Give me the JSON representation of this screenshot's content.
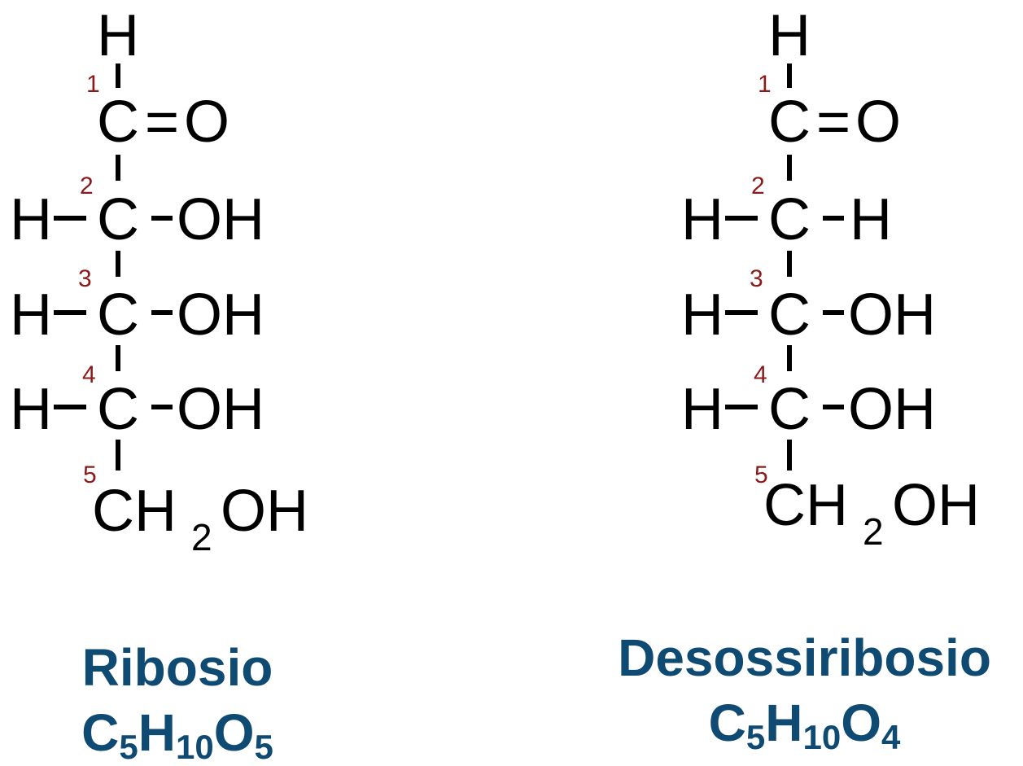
{
  "molecules": [
    {
      "name": "Ribosio",
      "formula": {
        "c": "C",
        "c_n": "5",
        "h": "H",
        "h_n": "10",
        "o": "O",
        "o_n": "5"
      },
      "top_h": "H",
      "c1": {
        "number": "1",
        "carbon": "C",
        "bond": "=",
        "right": "O"
      },
      "c2": {
        "number": "2",
        "left": "H",
        "carbon": "C",
        "right": "OH"
      },
      "c3": {
        "number": "3",
        "left": "H",
        "carbon": "C",
        "right": "OH"
      },
      "c4": {
        "number": "4",
        "left": "H",
        "carbon": "C",
        "right": "OH"
      },
      "c5": {
        "number": "5",
        "group": "CH",
        "sub": "2",
        "tail": "OH"
      }
    },
    {
      "name": "Desossiribosio",
      "formula": {
        "c": "C",
        "c_n": "5",
        "h": "H",
        "h_n": "10",
        "o": "O",
        "o_n": "4"
      },
      "top_h": "H",
      "c1": {
        "number": "1",
        "carbon": "C",
        "bond": "=",
        "right": "O"
      },
      "c2": {
        "number": "2",
        "left": "H",
        "carbon": "C",
        "right": "H"
      },
      "c3": {
        "number": "3",
        "left": "H",
        "carbon": "C",
        "right": "OH"
      },
      "c4": {
        "number": "4",
        "left": "H",
        "carbon": "C",
        "right": "OH"
      },
      "c5": {
        "number": "5",
        "group": "CH",
        "sub": "2",
        "tail": "OH"
      }
    }
  ],
  "colors": {
    "caption": "#0e4a72",
    "carbon_number": "#8b1a1a",
    "atom": "#000000"
  }
}
